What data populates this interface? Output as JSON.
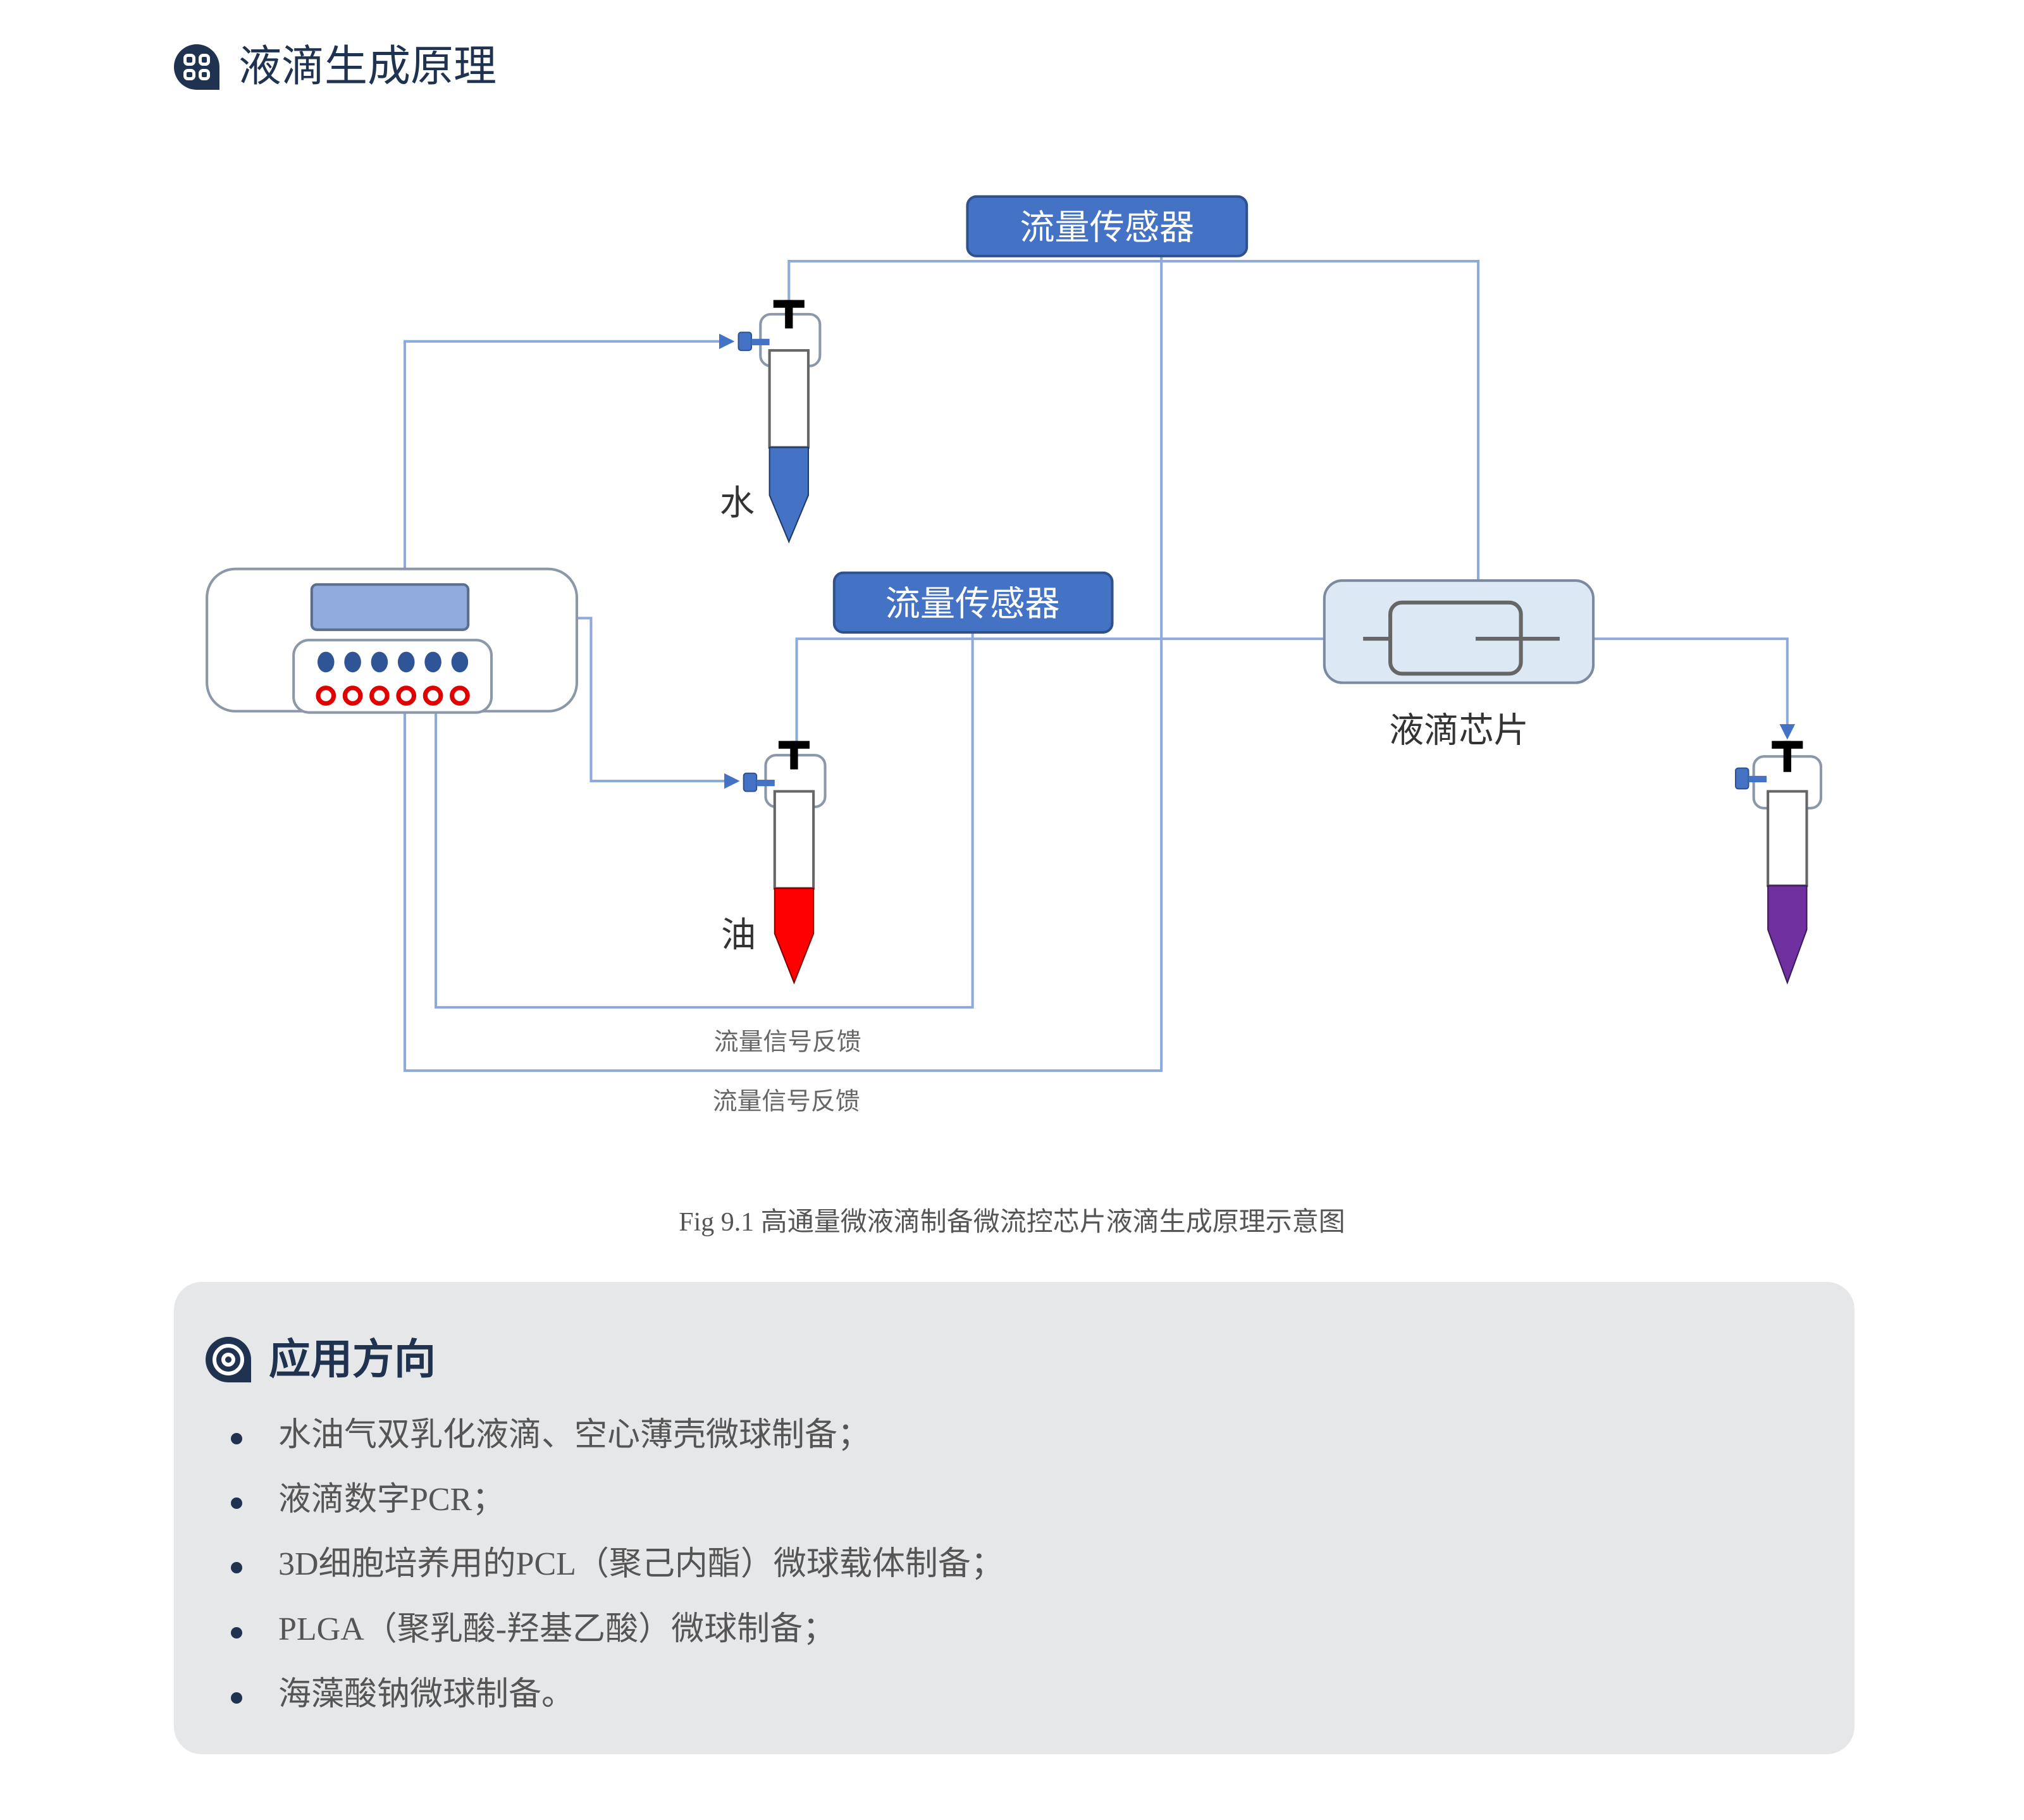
{
  "section1": {
    "icon": "grid-icon",
    "title": "液滴生成原理"
  },
  "diagram": {
    "sensor_top_label": "流量传感器",
    "sensor_mid_label": "流量传感器",
    "water_label": "水",
    "oil_label": "油",
    "chip_label": "液滴芯片",
    "feedback_label_1": "流量信号反馈",
    "feedback_label_2": "流量信号反馈",
    "colors": {
      "line": "#8eaadb",
      "sensor_fill": "#4472c4",
      "water": "#4472c4",
      "oil": "#ff0000",
      "product": "#7030a0",
      "chip_fill": "#dde8f5",
      "screen_fill": "#8faadc",
      "knob": "#2f5597",
      "port_ring": "#e00000"
    }
  },
  "caption": "Fig 9.1 高通量微液滴制备微流控芯片液滴生成原理示意图",
  "section2": {
    "icon": "target-icon",
    "title": "应用方向",
    "items": [
      "水油气双乳化液滴、空心薄壳微球制备；",
      "液滴数字PCR；",
      "3D细胞培养用的PCL（聚己内酯）微球载体制备；",
      "PLGA（聚乳酸-羟基乙酸）微球制备；",
      "海藻酸钠微球制备。"
    ]
  }
}
